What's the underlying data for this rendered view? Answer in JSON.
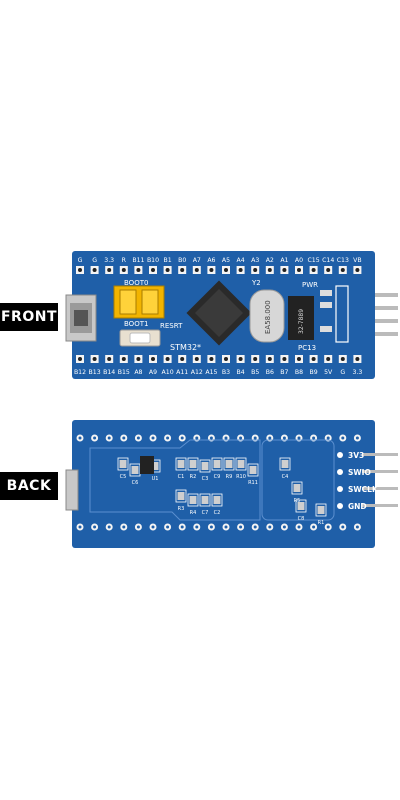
{
  "tags": {
    "front": "FRONT",
    "back": "BACK"
  },
  "front": {
    "top_pins": [
      "G",
      "G",
      "3.3",
      "R",
      "B11",
      "B10",
      "B1",
      "B0",
      "A7",
      "A6",
      "A5",
      "A4",
      "A3",
      "A2",
      "A1",
      "A0",
      "C15",
      "C14",
      "C13",
      "VB"
    ],
    "bottom_pins": [
      "B12",
      "B13",
      "B14",
      "B15",
      "A8",
      "A9",
      "A10",
      "A11",
      "A12",
      "A15",
      "B3",
      "B4",
      "B5",
      "B6",
      "B7",
      "B8",
      "B9",
      "5V",
      "G",
      "3.3"
    ],
    "boot0": "BOOT0",
    "boot1": "BOOT1",
    "reset": "RESRT",
    "chip": "STM32*",
    "crystal_mark": "Y2",
    "crystal_text": "EA58.000",
    "pwr": "PWR",
    "pc13": "PC13",
    "ic_text": "32-7889"
  },
  "back": {
    "swd_labels": [
      "3V3",
      "SWIO",
      "SWCLK",
      "GND"
    ],
    "components": [
      "C5",
      "C6",
      "U1",
      "C1",
      "R2",
      "C3",
      "C9",
      "R9",
      "R10",
      "R11",
      "R3",
      "R4",
      "C7",
      "C2",
      "C4",
      "R5",
      "C8",
      "R1"
    ]
  },
  "colors": {
    "pcb": "#1f5fa8",
    "pcb_dark": "#17498a",
    "silk": "#ffffff",
    "boot": "#f2b400"
  }
}
